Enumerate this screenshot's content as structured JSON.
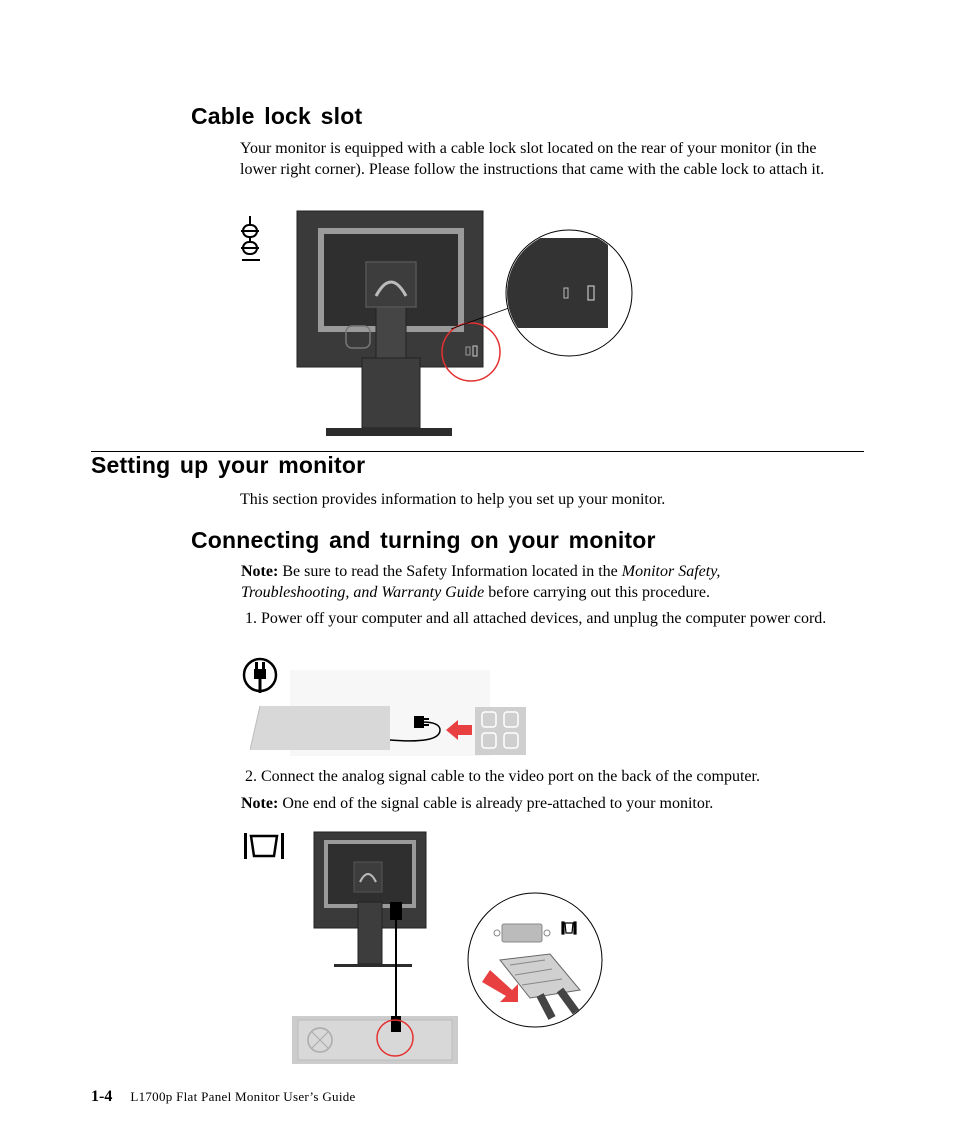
{
  "section_cable_lock": {
    "heading": "Cable lock slot",
    "body": "Your monitor is equipped with a cable lock slot located on the rear of your monitor (in the lower right corner). Please follow the instructions that came with the cable lock to attach it."
  },
  "section_setup": {
    "heading": "Setting up your monitor",
    "body": "This section provides information to help you set up your monitor."
  },
  "section_connect": {
    "heading": "Connecting and turning on your monitor",
    "note1": {
      "label": "Note:",
      "text_before": "Be sure to read the Safety Information located in the ",
      "text_italic": "Monitor Safety, Troubleshooting, and Warranty Guide",
      "text_after": " before carrying out this procedure."
    },
    "step1": {
      "number": "1.",
      "text": "Power off your computer and all attached devices, and unplug the computer power cord."
    },
    "step2": {
      "number": "2.",
      "text": "Connect the analog signal cable to the video port on the back of the computer."
    },
    "note2": {
      "label": "Note:",
      "text": "One end of the signal cable is already pre-attached to your monitor."
    }
  },
  "footer": {
    "page_number": "1-4",
    "title": "L1700p Flat Panel Monitor User’s Guide"
  },
  "icons": {
    "cable_lock": "cable-lock-icon",
    "power_plug": "power-plug-icon",
    "video_port": "video-port-icon"
  },
  "colors": {
    "highlight_circle": "#e53030",
    "arrow": "#e84040",
    "monitor_dark": "#333333"
  }
}
